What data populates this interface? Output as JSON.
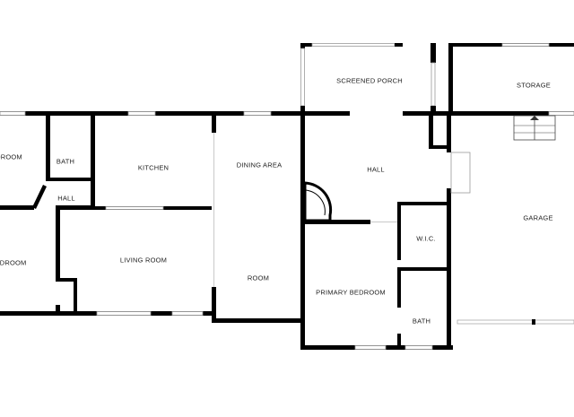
{
  "rooms": {
    "bedroom_top": "DROOM",
    "bath_left": "BATH",
    "hall_left": "HALL",
    "kitchen": "KITCHEN",
    "dining_area": "DINING AREA",
    "screened_porch": "SCREENED PORCH",
    "hall_center": "HALL",
    "storage": "STORAGE",
    "bedroom_bottom": "EDROOM",
    "living_room": "LIVING ROOM",
    "room": "ROOM",
    "wic": "W.I.C.",
    "primary_bedroom": "PRIMARY BEDROOM",
    "bath_primary": "BATH",
    "garage": "GARAGE"
  }
}
